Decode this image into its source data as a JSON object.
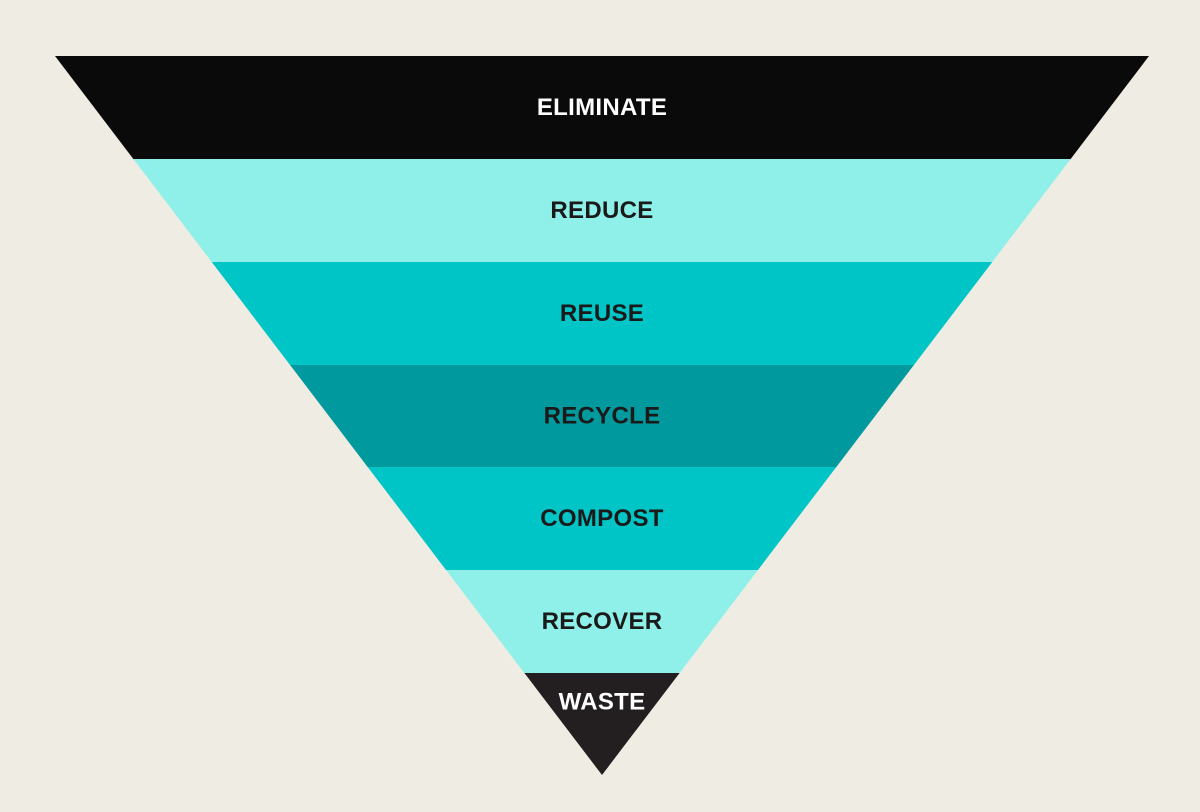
{
  "diagram": {
    "type": "inverted-pyramid",
    "tiers": [
      {
        "label": "ELIMINATE",
        "fill": "#0a0a0a",
        "text_color": "#ffffff"
      },
      {
        "label": "REDUCE",
        "fill": "#8ef0e8",
        "text_color": "#1a1a1a"
      },
      {
        "label": "REUSE",
        "fill": "#00c5c6",
        "text_color": "#1a1a1a"
      },
      {
        "label": "RECYCLE",
        "fill": "#00999d",
        "text_color": "#1a1a1a"
      },
      {
        "label": "COMPOST",
        "fill": "#00c5c6",
        "text_color": "#1a1a1a"
      },
      {
        "label": "RECOVER",
        "fill": "#8ef0e8",
        "text_color": "#1a1a1a"
      },
      {
        "label": "WASTE",
        "fill": "#231f20",
        "text_color": "#ffffff"
      }
    ]
  },
  "colors": {
    "background": "#efede3"
  }
}
